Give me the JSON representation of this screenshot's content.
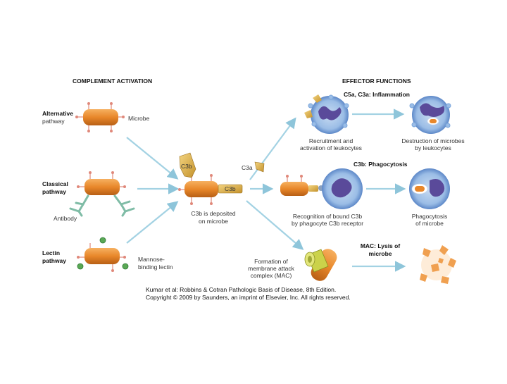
{
  "headers": {
    "activation": "COMPLEMENT ACTIVATION",
    "effector": "EFFECTOR FUNCTIONS"
  },
  "pathways": {
    "alternative": [
      "Alternative",
      "pathway"
    ],
    "classical": [
      "Classical",
      "pathway"
    ],
    "lectin": [
      "Lectin",
      "pathway"
    ]
  },
  "labels": {
    "microbe": "Microbe",
    "antibody": "Antibody",
    "mannose": [
      "Mannose-",
      "binding lectin"
    ],
    "c3b_top": "C3b",
    "c3b_side": "C3b",
    "c3a": "C3a",
    "deposited": [
      "C3b is deposited",
      "on microbe"
    ],
    "mac_formation": [
      "Formation of",
      "membrane attack",
      "complex (MAC)"
    ]
  },
  "effects": {
    "inflammation_title": "C5a, C3a: Inflammation",
    "recruitment": [
      "Recruitment and",
      "activation of leukocytes"
    ],
    "destruction": [
      "Destruction of microbes",
      "by leukocytes"
    ],
    "phagocytosis_title": "C3b: Phagocytosis",
    "recognition": [
      "Recognition of bound C3b",
      "by phagocyte C3b receptor"
    ],
    "phagocytosis": [
      "Phagocytosis",
      "of microbe"
    ],
    "lysis_title": [
      "MAC: Lysis of",
      "microbe"
    ]
  },
  "credit": [
    "Kumar et al: Robbins & Cotran Pathologic Basis of Disease, 8th Edition.",
    "Copyright © 2009 by Saunders, an imprint of Elsevier, Inc. All rights reserved."
  ],
  "colors": {
    "microbe": "#e8872a",
    "arrow": "#9fcfe0",
    "leukocyte": "#8fb4e0",
    "nucleus": "#5a4a9a",
    "c3b": "#e0b340",
    "antibody": "#8fc4b0",
    "mac": "#c8cc40"
  }
}
